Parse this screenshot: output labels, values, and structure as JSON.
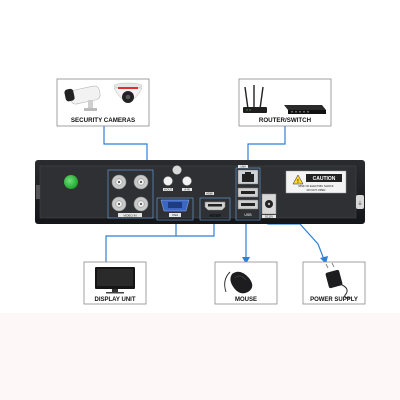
{
  "diagram": {
    "boxes": {
      "cameras": "SECURITY CAMERAS",
      "router": "ROUTER/SWITCH",
      "display": "DISPLAY UNIT",
      "mouse": "MOUSE",
      "power": "POWER SUPPLY"
    },
    "panel_labels": {
      "video_in": "VIDEO IN",
      "audio_out": "A-OUT",
      "audio_in": "A-IN",
      "vga": "VGA",
      "hdmi_top": "HDMI",
      "hdmi_bottom": "HDMI",
      "lan": "LAN",
      "usb": "USB",
      "dc": "DC12V",
      "caution_title": "CAUTION",
      "caution_line1": "RISK OF ELECTRIC SHOCK",
      "caution_line2": "DO NOT OPEN"
    },
    "colors": {
      "connector_line": "#2f7fd6",
      "chassis": "#1c1d20",
      "panel": "#2e3034",
      "power_led": "#1fa52c",
      "bottom_band": "#fdf7f7"
    }
  }
}
